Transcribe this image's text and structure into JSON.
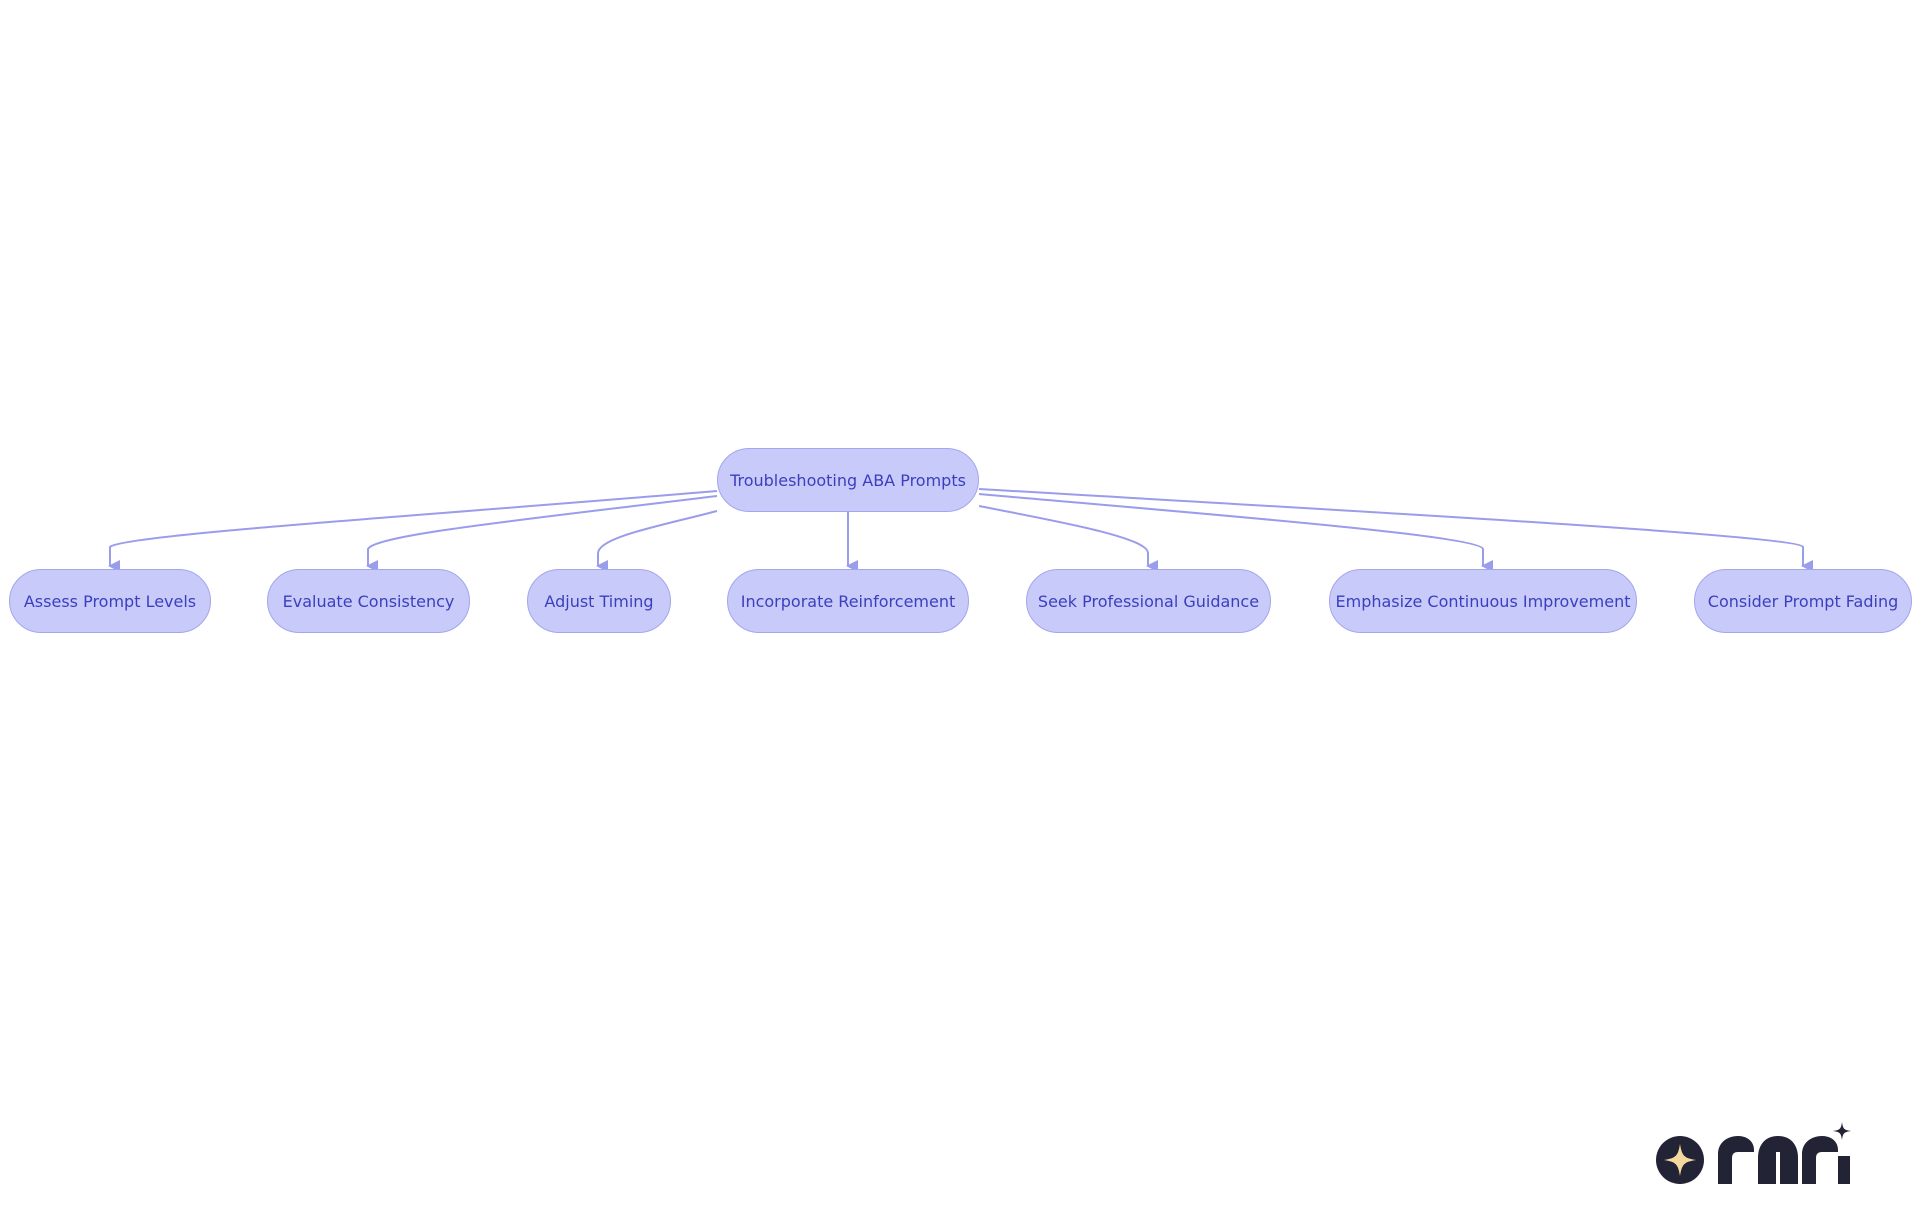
{
  "diagram": {
    "root": {
      "label": "Troubleshooting ABA Prompts"
    },
    "children": [
      {
        "label": "Assess Prompt Levels"
      },
      {
        "label": "Evaluate Consistency"
      },
      {
        "label": "Adjust Timing"
      },
      {
        "label": "Incorporate Reinforcement"
      },
      {
        "label": "Seek Professional Guidance"
      },
      {
        "label": "Emphasize Continuous Improvement"
      },
      {
        "label": "Consider Prompt Fading"
      }
    ],
    "edges": [
      {
        "from": "Troubleshooting ABA Prompts",
        "to": "Assess Prompt Levels"
      },
      {
        "from": "Troubleshooting ABA Prompts",
        "to": "Evaluate Consistency"
      },
      {
        "from": "Troubleshooting ABA Prompts",
        "to": "Adjust Timing"
      },
      {
        "from": "Troubleshooting ABA Prompts",
        "to": "Incorporate Reinforcement"
      },
      {
        "from": "Troubleshooting ABA Prompts",
        "to": "Seek Professional Guidance"
      },
      {
        "from": "Troubleshooting ABA Prompts",
        "to": "Emphasize Continuous Improvement"
      },
      {
        "from": "Troubleshooting ABA Prompts",
        "to": "Consider Prompt Fading"
      }
    ]
  },
  "colors": {
    "node_fill": "#c8caf9",
    "node_stroke": "#a3a6ee",
    "node_text": "#3b3fbf",
    "edge": "#9a9cec",
    "logo_dark": "#232336",
    "logo_star": "#f3d9a0"
  },
  "brand": {
    "logo": "rori-logo"
  }
}
